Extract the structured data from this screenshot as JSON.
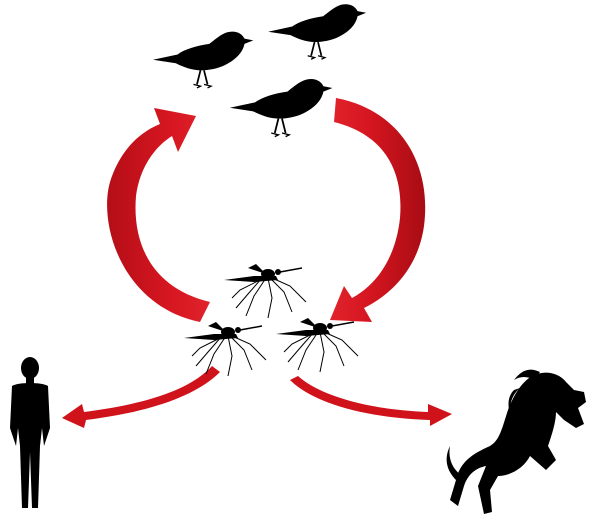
{
  "diagram": {
    "nodes": [
      {
        "id": "bird-1",
        "kind": "bird"
      },
      {
        "id": "bird-2",
        "kind": "bird"
      },
      {
        "id": "bird-3",
        "kind": "bird"
      },
      {
        "id": "mosquito-1",
        "kind": "mosquito"
      },
      {
        "id": "mosquito-2",
        "kind": "mosquito"
      },
      {
        "id": "mosquito-3",
        "kind": "mosquito"
      },
      {
        "id": "human",
        "kind": "human"
      },
      {
        "id": "horse",
        "kind": "horse"
      }
    ],
    "arrows": [
      {
        "id": "arrow-mosquitoes-to-birds",
        "from": "mosquitoes",
        "to": "birds",
        "style": "curved-block"
      },
      {
        "id": "arrow-birds-to-mosquitoes",
        "from": "birds",
        "to": "mosquitoes",
        "style": "curved-block"
      },
      {
        "id": "arrow-mosquito-to-human",
        "from": "mosquitoes",
        "to": "human",
        "style": "curved-thin"
      },
      {
        "id": "arrow-mosquito-to-horse",
        "from": "mosquitoes",
        "to": "horse",
        "style": "curved-thin"
      }
    ],
    "colors": {
      "arrow": "#d0121b",
      "arrow_dark": "#a80c14",
      "silhouette": "#000000",
      "background": "#ffffff"
    }
  }
}
